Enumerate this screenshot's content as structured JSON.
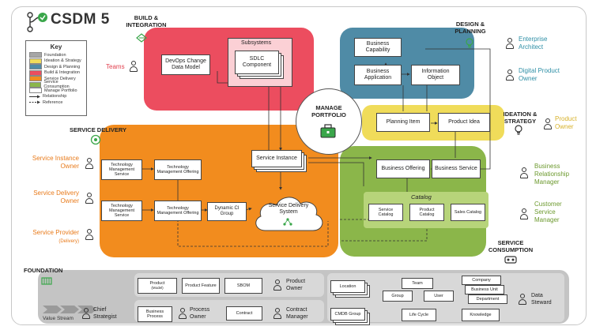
{
  "header": {
    "title": "CSDM 5"
  },
  "key": {
    "title": "Key",
    "items": [
      {
        "label": "Foundation",
        "color": "#a6a6a6"
      },
      {
        "label": "Ideation & Strategy",
        "color": "#f0dc5a"
      },
      {
        "label": "Design & Planning",
        "color": "#4f8ba6"
      },
      {
        "label": "Build & Integration",
        "color": "#ec4d5f"
      },
      {
        "label": "Service Delivery",
        "color": "#f28c1e"
      },
      {
        "label": "Service Consumption",
        "color": "#8bb64a"
      },
      {
        "label": "Manage Portfolio",
        "color": "#ffffff"
      },
      {
        "label": "Relationship",
        "line": "solid"
      },
      {
        "label": "Reference",
        "line": "dashed"
      }
    ]
  },
  "sections": {
    "build": "BUILD & INTEGRATION",
    "design": "DESIGN & PLANNING",
    "ideation": "IDEATION & STRATEGY",
    "delivery": "SERVICE DELIVERY",
    "consumption": "SERVICE CONSUMPTION",
    "foundation": "FOUNDATION",
    "portfolio": "MANAGE PORTFOLIO"
  },
  "build": {
    "devops": "DevOps Change Data Model",
    "subsystems": "Subsystems",
    "sdlc": "SDLC Component"
  },
  "design": {
    "capability": "Business Capability",
    "application": "Business Application",
    "info_object": "Information Object"
  },
  "ideation": {
    "planning_item": "Planning Item",
    "product_idea": "Product Idea"
  },
  "delivery": {
    "tms1": "Technology Management Service",
    "tmo1": "Technology Management Offering",
    "tms2": "Technology Management Service",
    "tmo2": "Technology Management Offering",
    "dynamic_ci": "Dynamic CI Group",
    "service_instance": "Service Instance",
    "sds": "Service Delivery System"
  },
  "consumption": {
    "business_offering": "Business Offering",
    "business_service": "Business Service",
    "catalog_title": "Catalog",
    "service_catalog": "Service Catalog",
    "product_catalog": "Product Catalog",
    "sales_catalog": "Sales Catalog"
  },
  "foundation": {
    "product_model": "Product",
    "product_model_sub": "(Model)",
    "product_feature": "Product Feature",
    "sbom": "SBOM",
    "business_process": "Business Process",
    "contract": "Contract",
    "value_stream": "Value Stream",
    "location": "Location",
    "team": "Team",
    "group": "Group",
    "user": "User",
    "company": "Company",
    "business_unit": "Business Unit",
    "department": "Department",
    "cmdb_group": "CMDB Group",
    "life_cycle": "Life Cycle",
    "knowledge": "Knowledge"
  },
  "roles": {
    "teams": "Teams",
    "enterprise_architect": "Enterprise Architect",
    "digital_product_owner": "Digital Product Owner",
    "product_owner": "Product Owner",
    "business_relationship_manager": "Business Relationship Manager",
    "customer_service_manager": "Customer Service Manager",
    "service_instance_owner": "Service Instance Owner",
    "service_delivery_owner": "Service Delivery Owner",
    "service_provider": "Service Provider",
    "service_provider_sub": "(Delivery)",
    "product_owner_found": "Product Owner",
    "process_owner": "Process Owner",
    "contract_manager": "Contract Manager",
    "chief_strategist": "Chief Strategist",
    "data_steward": "Data Steward"
  }
}
